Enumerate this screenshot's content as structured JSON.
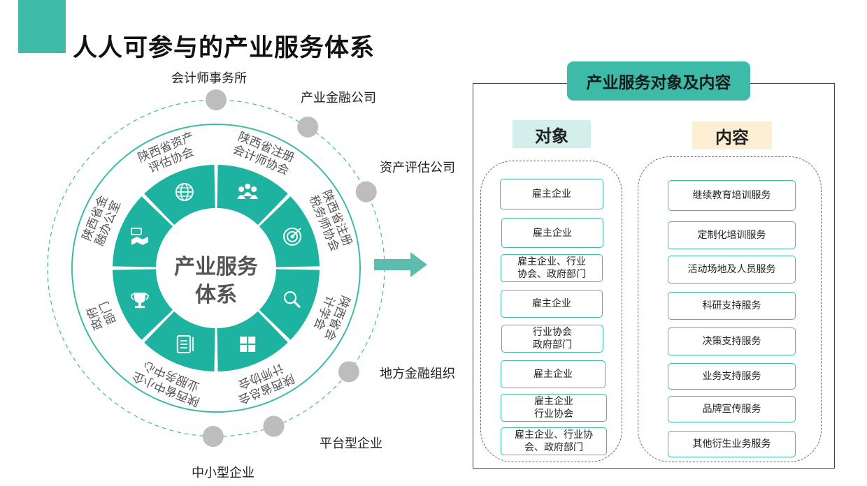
{
  "page": {
    "title": "人人可参与的产业服务体系"
  },
  "wheel": {
    "center_line1": "产业服务",
    "center_line2": "体系",
    "segments": [
      {
        "label": "陕西省资产评估协会",
        "icon": "globe-icon"
      },
      {
        "label": "陕西省注册会计师协会",
        "icon": "people-group-icon"
      },
      {
        "label": "陕西省注册税务师协会",
        "icon": "target-icon"
      },
      {
        "label": "陕西省会计学会",
        "icon": "magnifier-icon"
      },
      {
        "label": "陕西省总会计师协会",
        "icon": "puzzle-icon"
      },
      {
        "label": "陕西省中小企业服务中心",
        "icon": "document-list-icon"
      },
      {
        "label": "政府部门",
        "icon": "trophy-icon"
      },
      {
        "label": "陕西省金融办公室",
        "icon": "handshake-money-icon"
      }
    ],
    "outer_nodes": [
      {
        "label": "会计师事务所"
      },
      {
        "label": "产业金融公司"
      },
      {
        "label": "资产评估公司"
      },
      {
        "label": "地方金融组织"
      },
      {
        "label": "平台型企业"
      },
      {
        "label": "中小型企业"
      }
    ]
  },
  "colors": {
    "accent": "#3dbaa8",
    "node_gray": "#bdbdbd",
    "object_header_bg": "#d3efeb",
    "content_header_bg": "#fcefd3"
  },
  "panel": {
    "title": "产业服务对象及内容",
    "objects_header": "对象",
    "contents_header": "内容",
    "objects": [
      "雇主企业",
      "雇主企业",
      "雇主企业、行业\n协会、政府部门",
      "雇主企业",
      "行业协会\n政府部门",
      "雇主企业",
      "雇主企业\n行业协会",
      "雇主企业、行业协\n会、政府部门"
    ],
    "contents": [
      "继续教育培训服务",
      "定制化培训服务",
      "活动场地及人员服务",
      "科研支持服务",
      "决策支持服务",
      "业务支持服务",
      "品牌宣传服务",
      "其他衍生业务服务"
    ]
  }
}
